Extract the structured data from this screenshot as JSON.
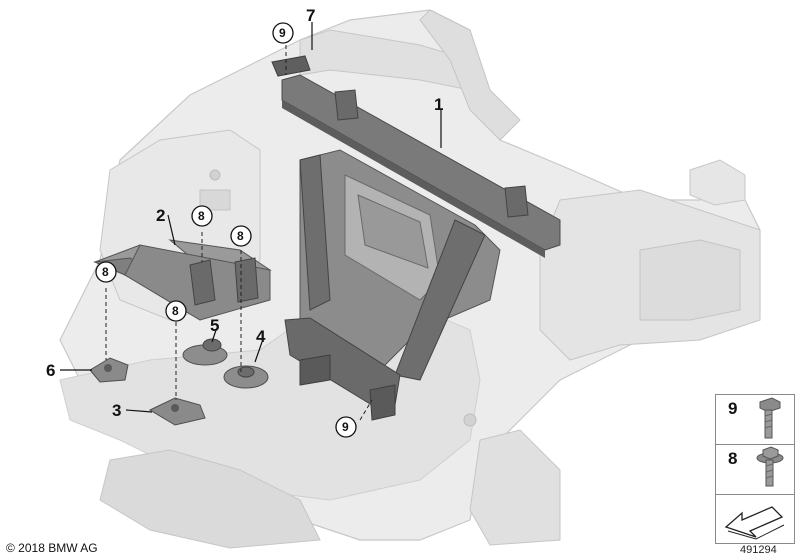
{
  "callouts": {
    "c1": "1",
    "c2": "2",
    "c3": "3",
    "c4": "4",
    "c5": "5",
    "c6": "6",
    "c7": "7",
    "c8": "8",
    "c9": "9"
  },
  "legend": {
    "item_9": "9",
    "item_8": "8"
  },
  "footer": {
    "copyright": "© 2018 BMW AG",
    "diagram_number": "491294"
  },
  "colors": {
    "body_shell": "#e6e6e6",
    "body_outline": "#c4c4c4",
    "part_dark": "#6b6b6b",
    "part_mid": "#8c8c8c",
    "part_light": "#a8a8a8"
  }
}
